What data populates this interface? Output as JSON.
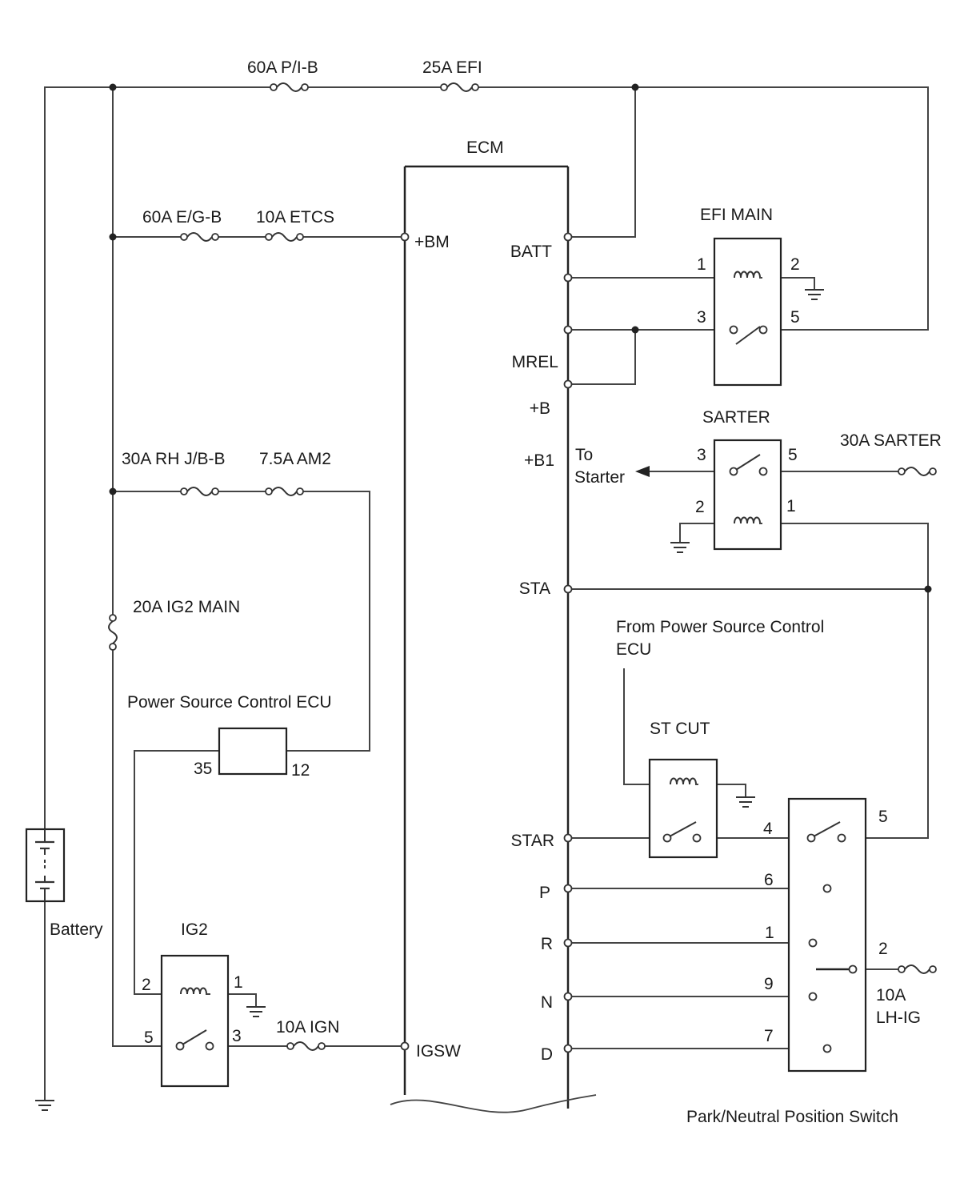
{
  "fuses": {
    "pib": "60A P/I-B",
    "efi": "25A EFI",
    "egb": "60A E/G-B",
    "etcs": "10A ETCS",
    "rhjb": "30A RH J/B-B",
    "am2": "7.5A  AM2",
    "ig2main": "20A IG2 MAIN",
    "ign": "10A IGN",
    "sarter30": "30A SARTER",
    "lhig_amp": "10A",
    "lhig_name": "LH-IG"
  },
  "ecm": {
    "title": "ECM",
    "pins": {
      "bm": "+BM",
      "batt": "BATT",
      "mrel": "MREL",
      "b": "+B",
      "b1": "+B1",
      "sta": "STA",
      "star": "STAR",
      "p": "P",
      "r": "R",
      "n": "N",
      "d": "D",
      "igsw": "IGSW"
    }
  },
  "efi_main": {
    "title": "EFI MAIN",
    "pins": [
      "1",
      "2",
      "3",
      "5"
    ]
  },
  "sarter": {
    "title": "SARTER",
    "pins": [
      "3",
      "5",
      "2",
      "1"
    ]
  },
  "to_starter": {
    "line1": "To",
    "line2": "Starter"
  },
  "power_source_ecu": {
    "title": "Power Source Control ECU",
    "pin_left": "35",
    "pin_right": "12"
  },
  "from_psecu": {
    "line1": "From Power Source Control",
    "line2": "ECU"
  },
  "st_cut": {
    "title": "ST CUT"
  },
  "ig2": {
    "title": "IG2",
    "pins": [
      "2",
      "1",
      "5",
      "3"
    ]
  },
  "battery": {
    "label": "Battery"
  },
  "pnp_switch": {
    "title": "Park/Neutral Position Switch",
    "pins": [
      "4",
      "5",
      "6",
      "1",
      "2",
      "9",
      "7"
    ]
  }
}
